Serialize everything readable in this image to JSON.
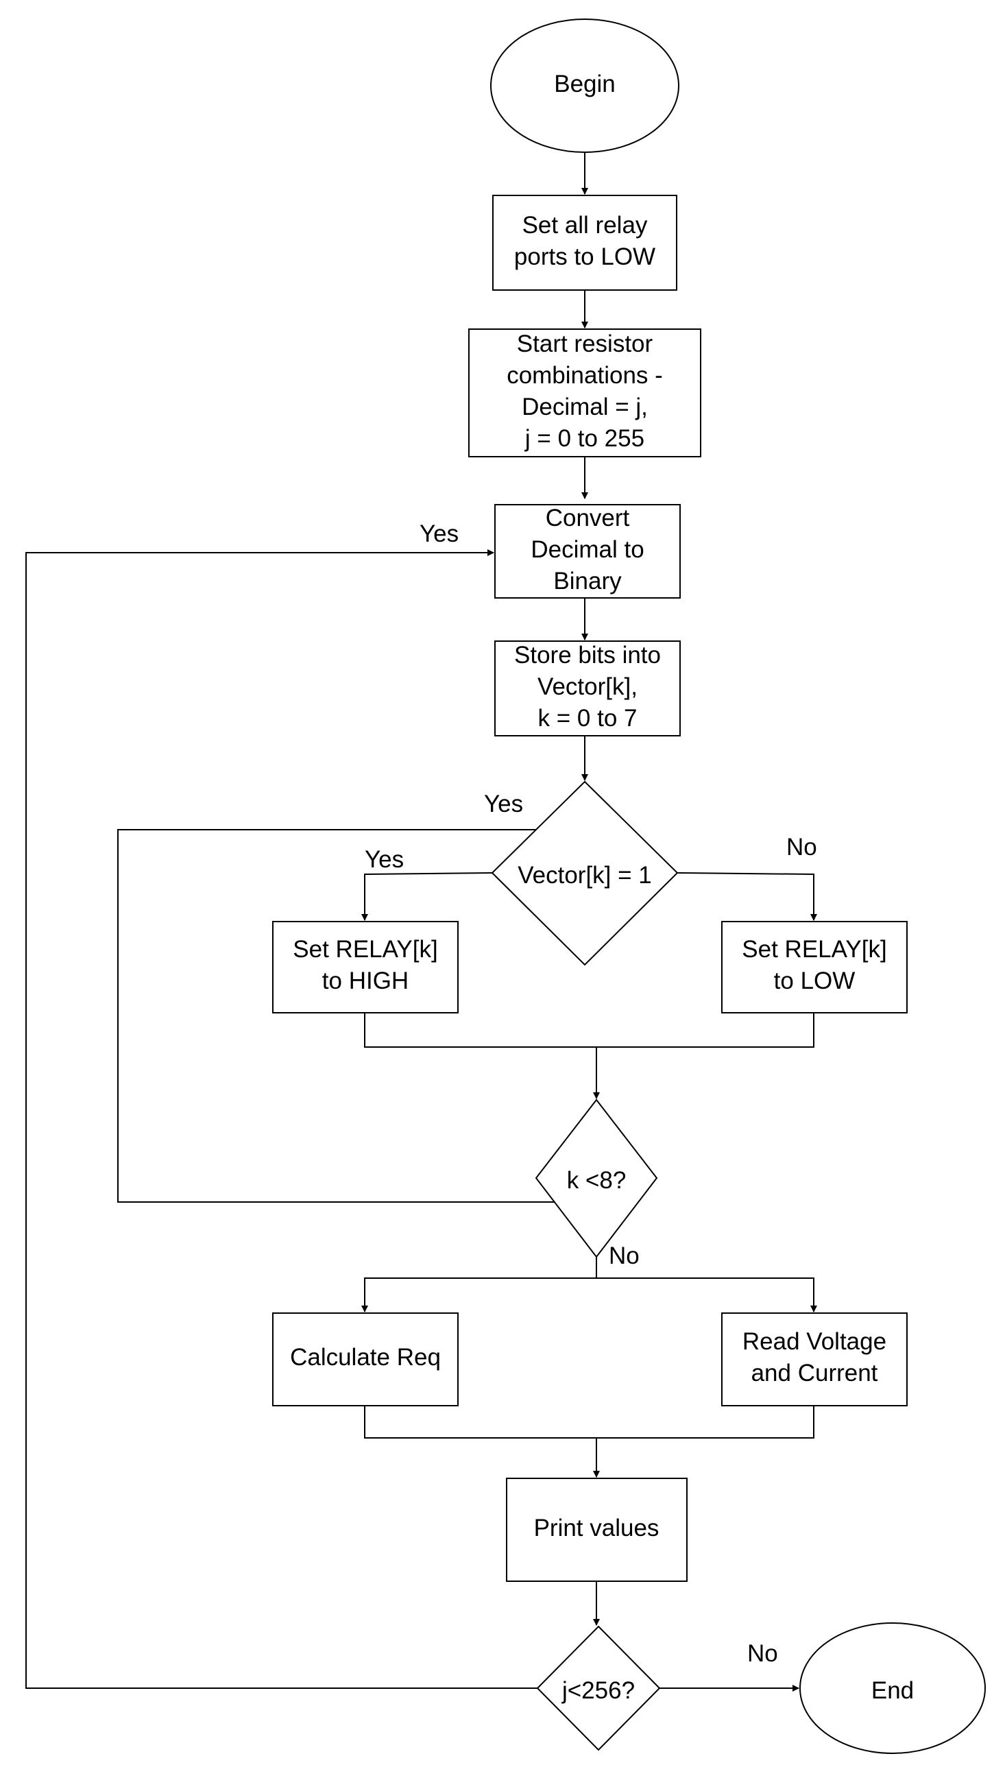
{
  "nodes": {
    "begin": {
      "lines": [
        "Begin"
      ]
    },
    "set_all_low": {
      "lines": [
        "Set all relay",
        "ports to LOW"
      ]
    },
    "start_combinations": {
      "lines": [
        "Start resistor",
        "combinations -",
        "Decimal  = j,",
        "j = 0 to 255"
      ]
    },
    "convert_binary": {
      "lines": [
        "Convert",
        "Decimal to",
        "Binary"
      ]
    },
    "store_bits": {
      "lines": [
        "Store bits into",
        "Vector[k],",
        "k = 0 to 7"
      ]
    },
    "vector_check": {
      "lines": [
        "Vector[k] = 1"
      ]
    },
    "relay_high": {
      "lines": [
        "Set RELAY[k]",
        "to HIGH"
      ]
    },
    "relay_low": {
      "lines": [
        "Set RELAY[k]",
        "to LOW"
      ]
    },
    "k_check": {
      "lines": [
        "k <8?"
      ]
    },
    "calculate_req": {
      "lines": [
        "Calculate Req"
      ]
    },
    "read_voltage": {
      "lines": [
        "Read Voltage",
        "and Current"
      ]
    },
    "print_values": {
      "lines": [
        "Print values"
      ]
    },
    "j_check": {
      "lines": [
        "j<256?"
      ]
    },
    "end": {
      "lines": [
        "End"
      ]
    }
  },
  "edge_labels": {
    "j_loop_yes": "Yes",
    "k_loop_yes": "Yes",
    "vector_yes": "Yes",
    "vector_no": "No",
    "k_no": "No",
    "j_no": "No"
  }
}
